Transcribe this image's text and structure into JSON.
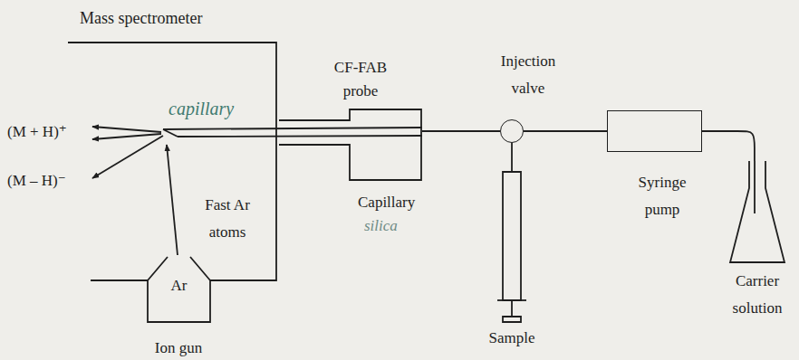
{
  "diagram": {
    "nodes": [
      {
        "text": [
          "Ar",
          "Ion gun"
        ]
      },
      {
        "text": [
          "CF-FAB probe"
        ]
      },
      {
        "text": [
          "Injection valve"
        ]
      },
      {
        "text": [
          "Syringe pump"
        ]
      },
      {
        "text": [
          "Sample"
        ]
      },
      {
        "text": [
          "Carrier solution"
        ]
      }
    ],
    "edges": [
      {
        "from": 5,
        "to": 3,
        "arrow": "none"
      },
      {
        "from": 3,
        "to": 2,
        "arrow": "none"
      },
      {
        "from": 4,
        "to": 2,
        "arrow": "none"
      },
      {
        "from": 2,
        "to": 1,
        "arrow": "none"
      }
    ],
    "labels": [
      "Mass spectrometer",
      "capillary",
      "(M + H)⁺",
      "(M – H)⁻",
      "Fast Ar atoms",
      "Capillary",
      "silica"
    ]
  }
}
